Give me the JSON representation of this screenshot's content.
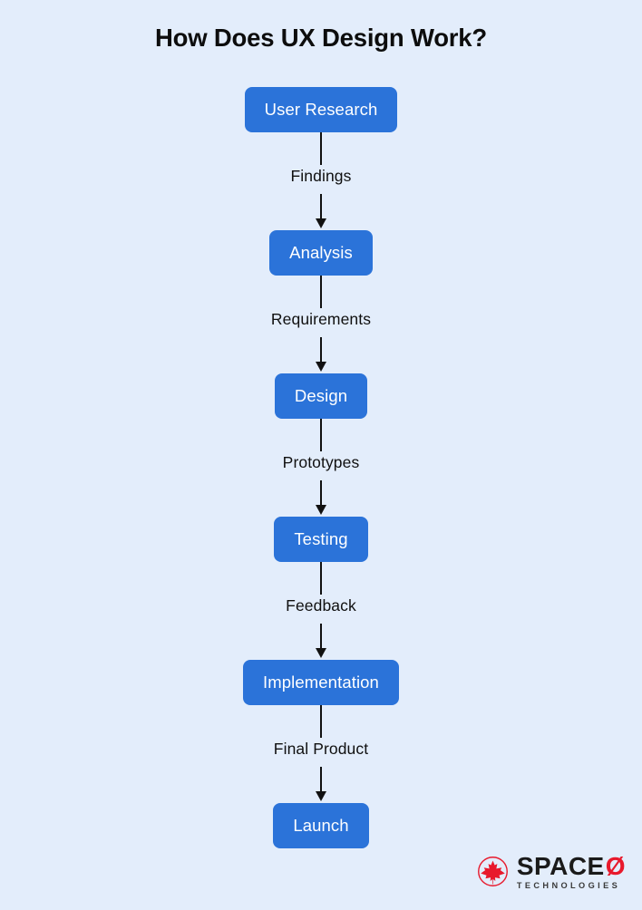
{
  "page": {
    "background_color": "#e3edfb",
    "title": "How Does UX Design Work?"
  },
  "theme": {
    "node_fill": "#2b73d9",
    "node_text": "#ffffff",
    "connector_color": "#111111",
    "label_color": "#101010",
    "logo_red": "#e8192c",
    "logo_black": "#1a1a1a"
  },
  "chart_data": {
    "type": "diagram",
    "title": "How Does UX Design Work?",
    "orientation": "vertical",
    "nodes": [
      {
        "id": "user-research",
        "label": "User Research"
      },
      {
        "id": "analysis",
        "label": "Analysis"
      },
      {
        "id": "design",
        "label": "Design"
      },
      {
        "id": "testing",
        "label": "Testing"
      },
      {
        "id": "implementation",
        "label": "Implementation"
      },
      {
        "id": "launch",
        "label": "Launch"
      }
    ],
    "edges": [
      {
        "from": "user-research",
        "to": "analysis",
        "label": "Findings"
      },
      {
        "from": "analysis",
        "to": "design",
        "label": "Requirements"
      },
      {
        "from": "design",
        "to": "testing",
        "label": "Prototypes"
      },
      {
        "from": "testing",
        "to": "implementation",
        "label": "Feedback"
      },
      {
        "from": "implementation",
        "to": "launch",
        "label": "Final Product"
      }
    ]
  },
  "logo": {
    "mark": "maple-leaf-in-circle",
    "word_primary": "SPACE",
    "word_accent": "Ø",
    "tagline": "TECHNOLOGIES"
  }
}
